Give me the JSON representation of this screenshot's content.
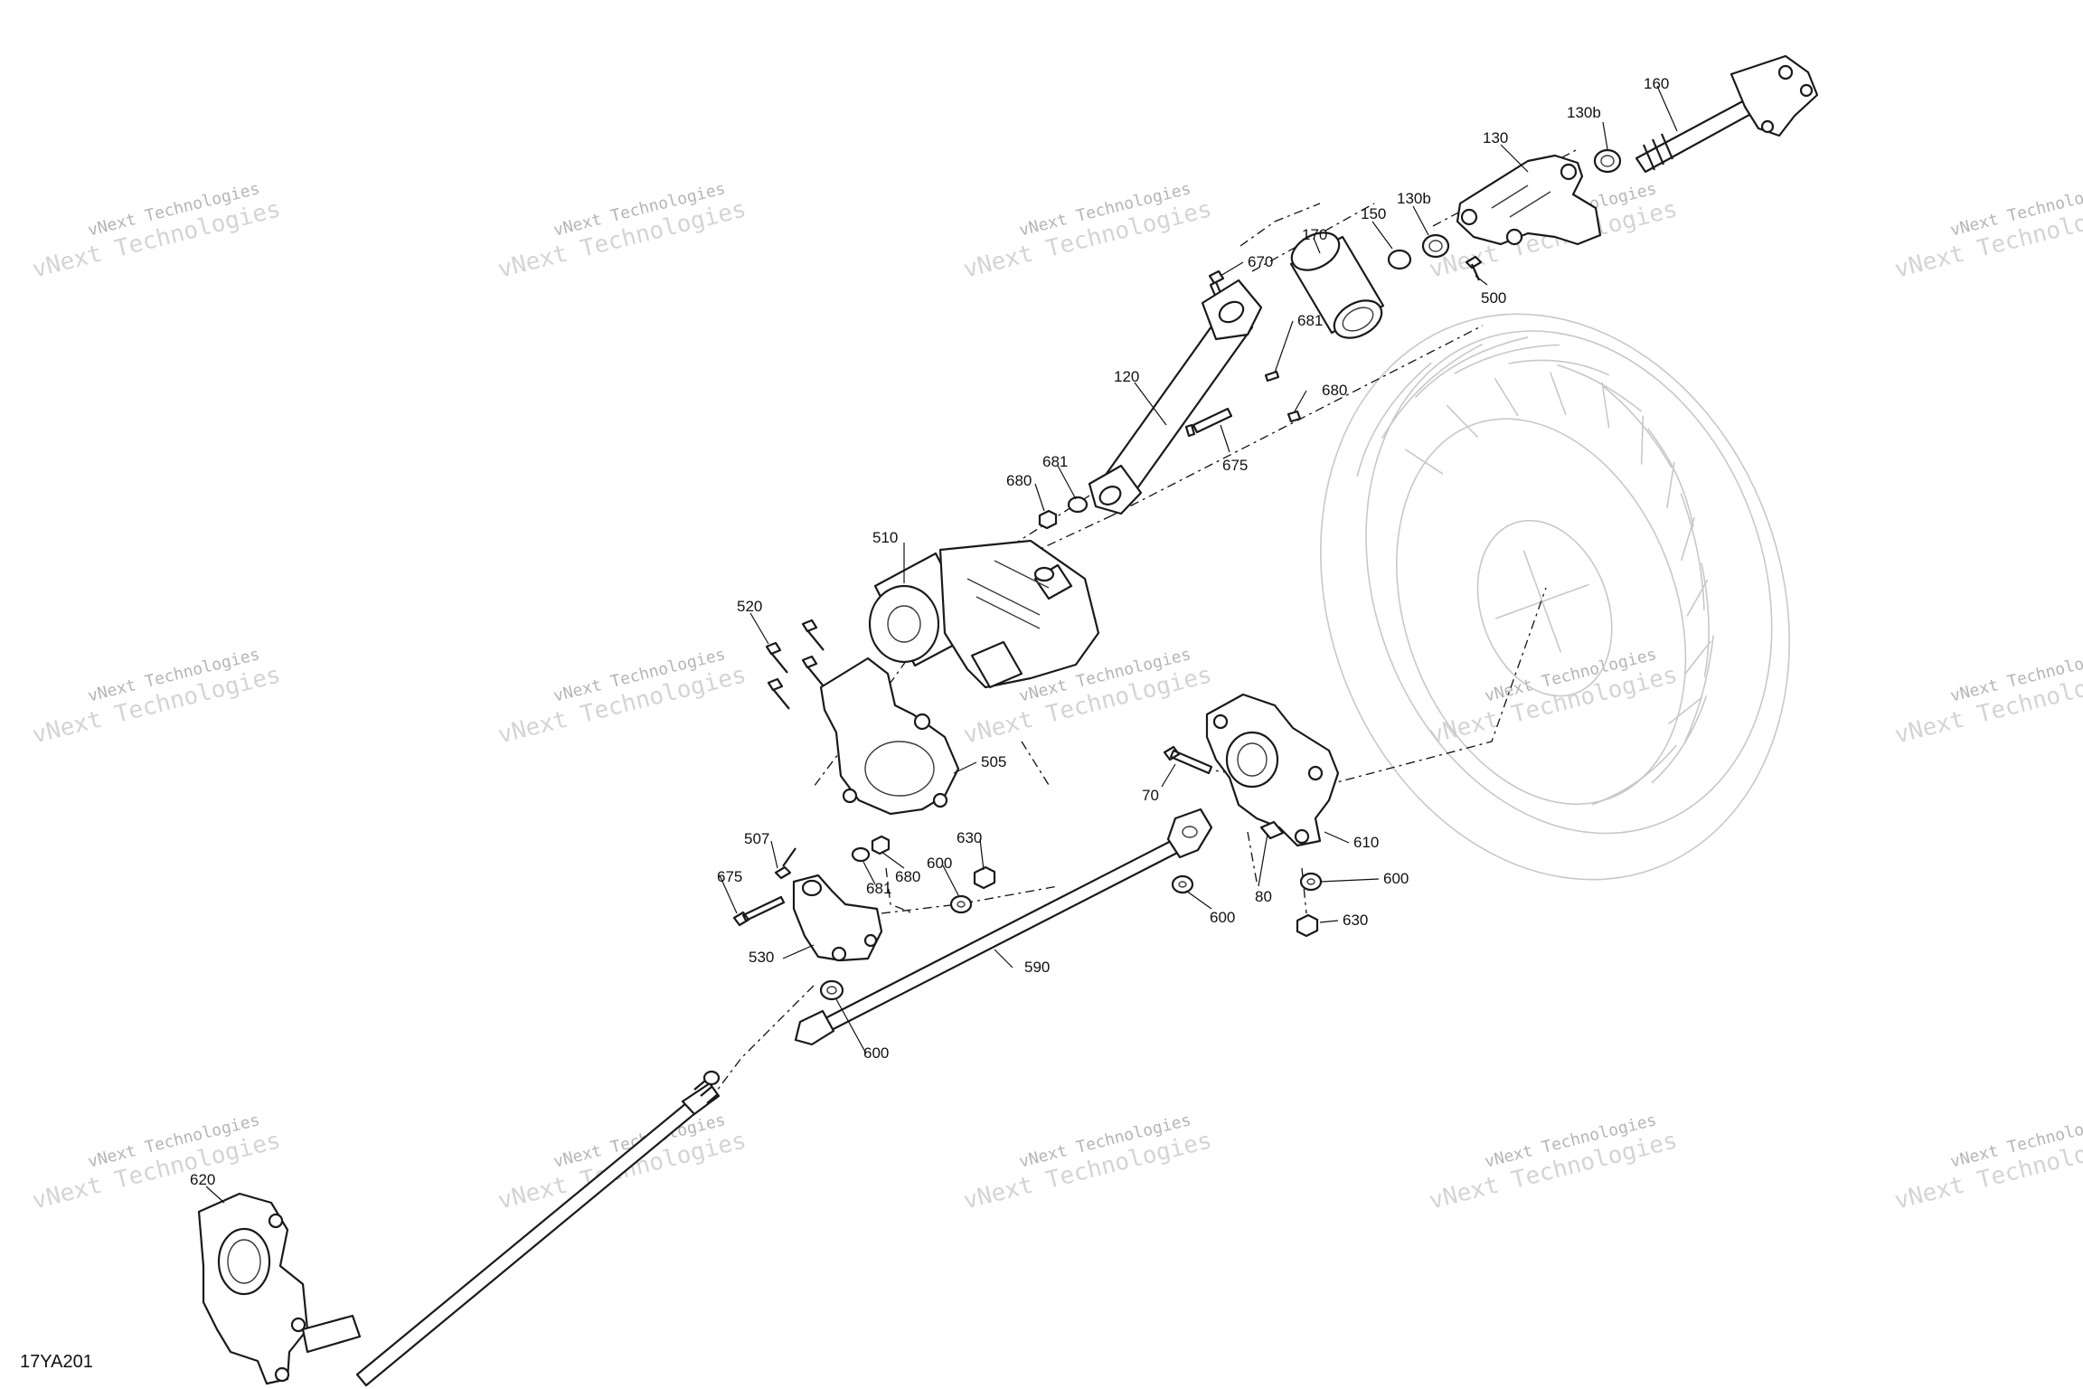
{
  "diagram": {
    "code": "17YA201",
    "callouts": [
      "160",
      "130b",
      "130",
      "130b",
      "150",
      "170",
      "500",
      "670",
      "681",
      "680",
      "120",
      "675",
      "681",
      "680",
      "510",
      "520",
      "505",
      "70",
      "610",
      "80",
      "600",
      "630",
      "600",
      "507",
      "630",
      "600",
      "681",
      "680",
      "675",
      "530",
      "590",
      "600",
      "620"
    ],
    "watermark": {
      "line1": "vNext Technologies",
      "line2": "vNext Technologies"
    }
  }
}
